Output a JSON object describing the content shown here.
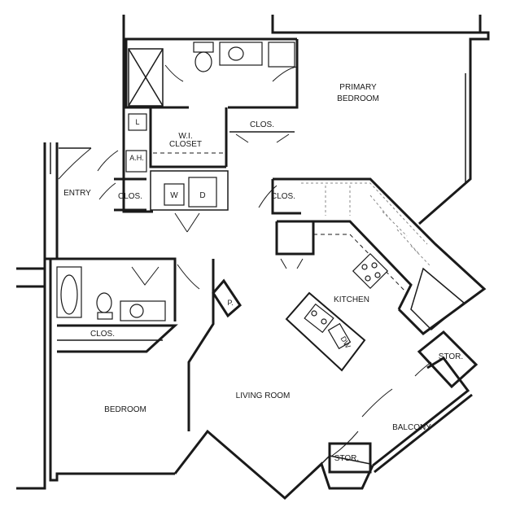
{
  "rooms": {
    "primary_bedroom_line1": "PRIMARY",
    "primary_bedroom_line2": "BEDROOM",
    "wi_closet_line1": "W.I.",
    "wi_closet_line2": "CLOSET",
    "closet": "CLOS.",
    "entry": "ENTRY",
    "kitchen": "KITCHEN",
    "living_room": "LIVING ROOM",
    "bedroom": "BEDROOM",
    "balcony": "BALCONY",
    "storage": "STOR."
  },
  "fixtures": {
    "linen": "L",
    "air_handler": "A.H.",
    "washer": "W",
    "dryer": "D",
    "pantry": "P.",
    "dishwasher": "DW"
  },
  "colors": {
    "walls": "#1a1a1a",
    "background": "#ffffff"
  }
}
